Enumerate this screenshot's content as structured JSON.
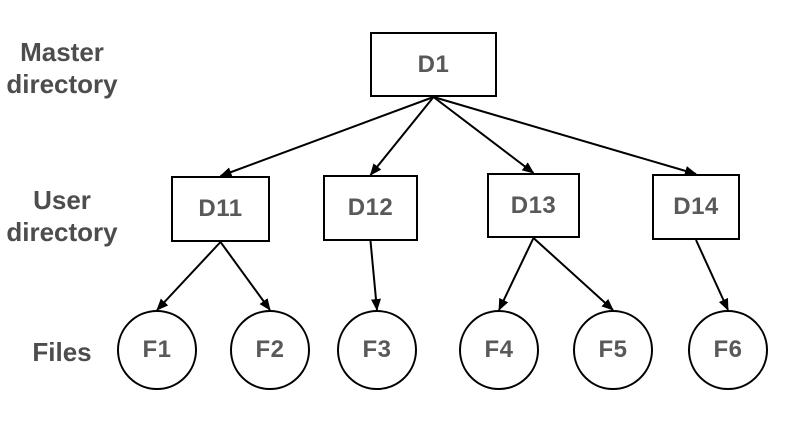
{
  "diagram": {
    "type": "tree",
    "row_labels": [
      {
        "id": "master",
        "label": "Master directory"
      },
      {
        "id": "user",
        "label": "User directory"
      },
      {
        "id": "files",
        "label": "Files"
      }
    ],
    "nodes": {
      "D1": {
        "label": "D1",
        "shape": "rect",
        "row": "Master directory"
      },
      "D11": {
        "label": "D11",
        "shape": "rect",
        "row": "User directory"
      },
      "D12": {
        "label": "D12",
        "shape": "rect",
        "row": "User directory"
      },
      "D13": {
        "label": "D13",
        "shape": "rect",
        "row": "User directory"
      },
      "D14": {
        "label": "D14",
        "shape": "rect",
        "row": "User directory"
      },
      "F1": {
        "label": "F1",
        "shape": "circle",
        "row": "Files"
      },
      "F2": {
        "label": "F2",
        "shape": "circle",
        "row": "Files"
      },
      "F3": {
        "label": "F3",
        "shape": "circle",
        "row": "Files"
      },
      "F4": {
        "label": "F4",
        "shape": "circle",
        "row": "Files"
      },
      "F5": {
        "label": "F5",
        "shape": "circle",
        "row": "Files"
      },
      "F6": {
        "label": "F6",
        "shape": "circle",
        "row": "Files"
      }
    },
    "edges": [
      {
        "from": "D1",
        "to": "D11"
      },
      {
        "from": "D1",
        "to": "D12"
      },
      {
        "from": "D1",
        "to": "D13"
      },
      {
        "from": "D1",
        "to": "D14"
      },
      {
        "from": "D11",
        "to": "F1"
      },
      {
        "from": "D11",
        "to": "F2"
      },
      {
        "from": "D12",
        "to": "F3"
      },
      {
        "from": "D13",
        "to": "F4"
      },
      {
        "from": "D13",
        "to": "F5"
      },
      {
        "from": "D14",
        "to": "F6"
      }
    ],
    "colors": {
      "line": "#000000",
      "node_fill": "#ffffff",
      "node_text": "#595959",
      "label_text": "#4d4d4d",
      "background": "#ffffff"
    }
  }
}
